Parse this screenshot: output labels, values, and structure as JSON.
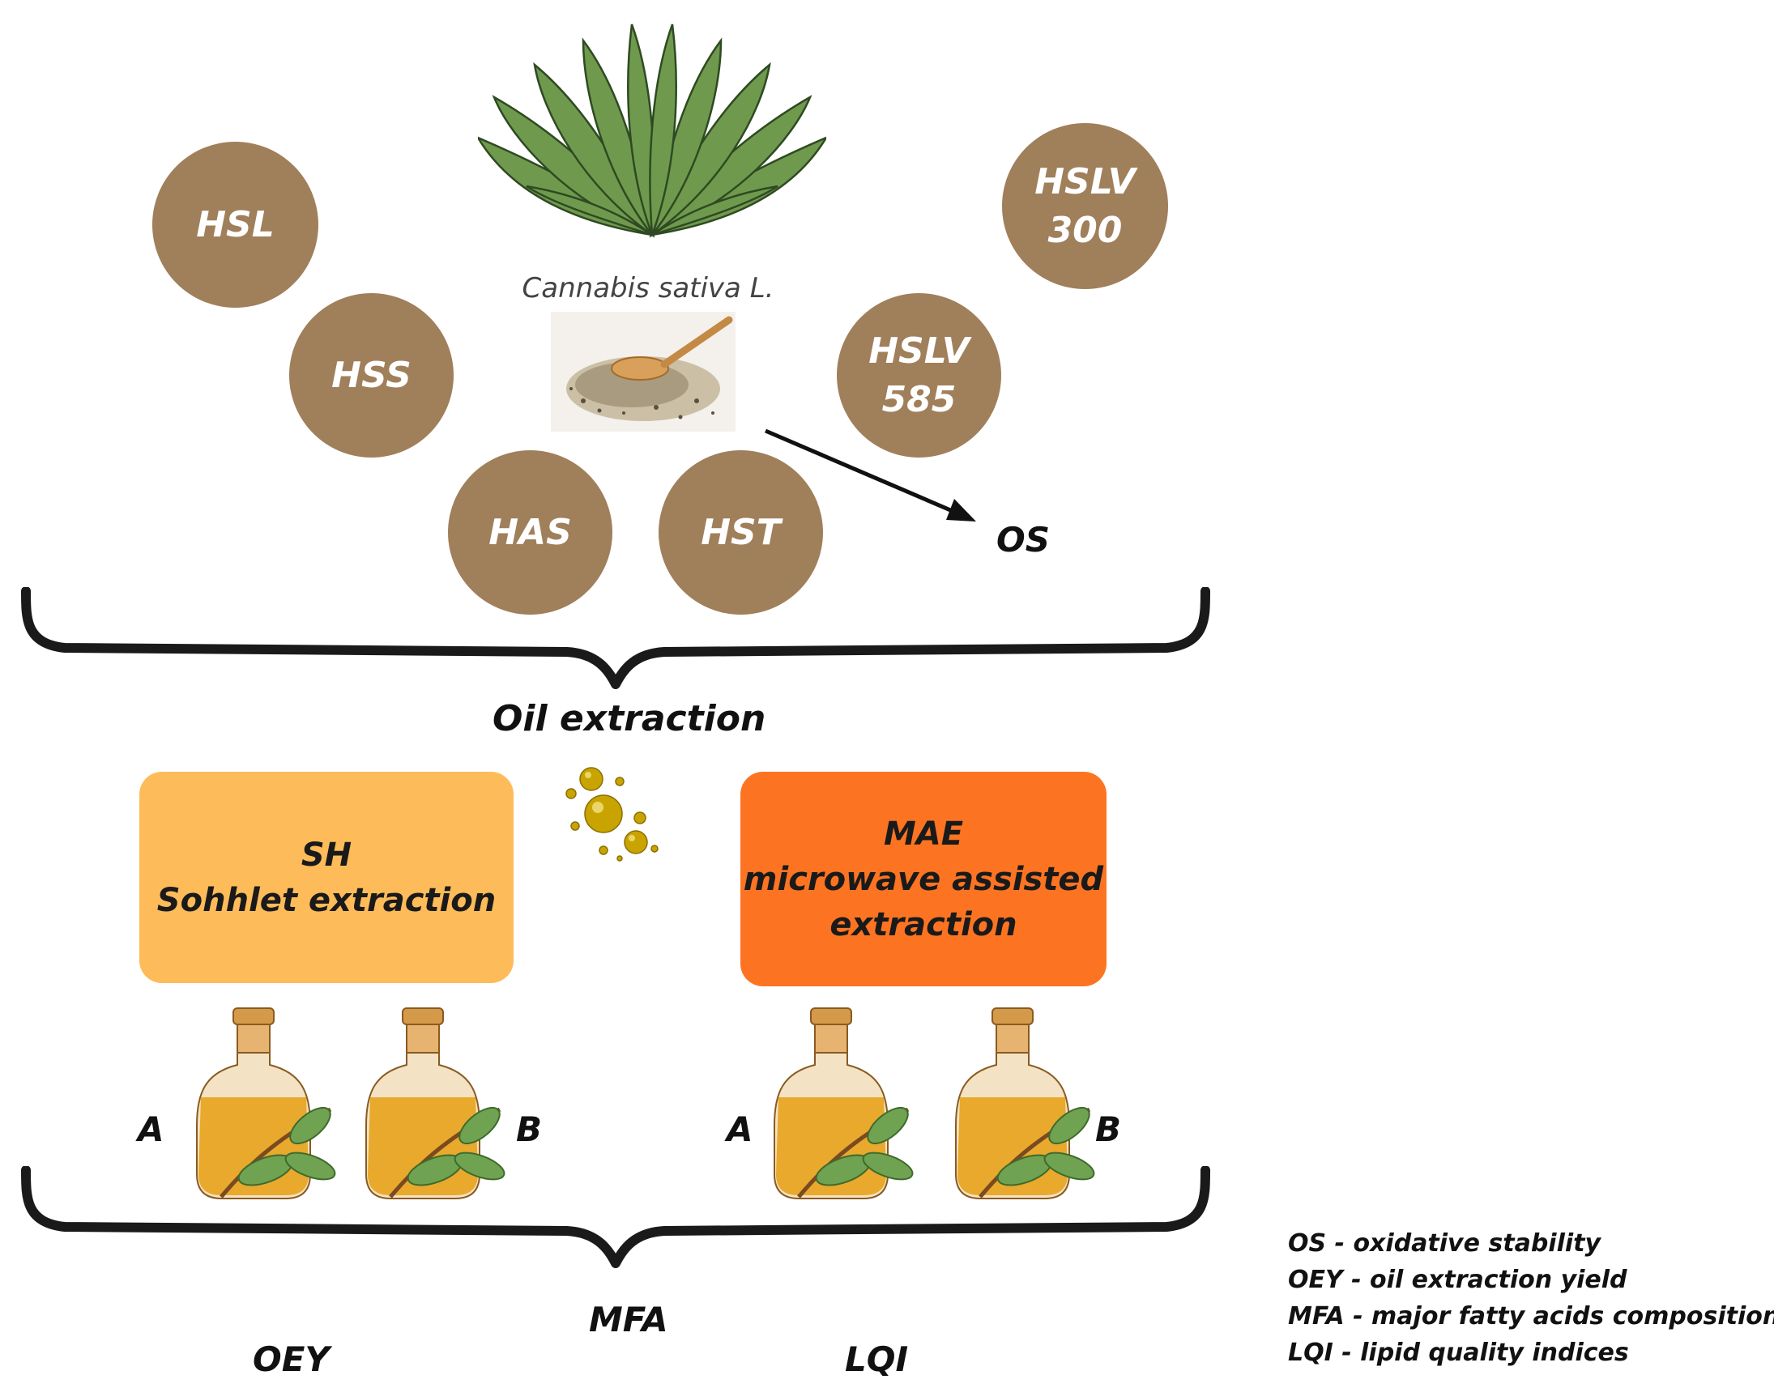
{
  "plant_label": "Cannabis sativa L.",
  "samples": {
    "hsl": "HSL",
    "hss": "HSS",
    "has": "HAS",
    "hst": "HST",
    "hslv300": [
      "HSLV",
      "300"
    ],
    "hslv585": [
      "HSLV",
      "585"
    ]
  },
  "os_label": "OS",
  "oil_extraction": "Oil extraction",
  "methods": {
    "sh": {
      "code": "SH",
      "name": "Sohhlet extraction",
      "color": "#fdbb59"
    },
    "mae": {
      "code": "MAE",
      "name_line1": "microwave assisted",
      "name_line2": "extraction",
      "color": "#fc7422"
    }
  },
  "bottles": {
    "a": "A",
    "b": "B"
  },
  "outputs": {
    "mfa": "MFA",
    "oey": "OEY",
    "lqi": "LQI"
  },
  "legend": [
    "OS - oxidative stability",
    "OEY - oil extraction yield",
    "MFA - major fatty acids composition",
    "LQI - lipid quality indices"
  ],
  "colors": {
    "circle": "#a07f5b",
    "plant": "#6f9a4e",
    "oil": "#e8a21c",
    "droplet": "#c9a400"
  }
}
